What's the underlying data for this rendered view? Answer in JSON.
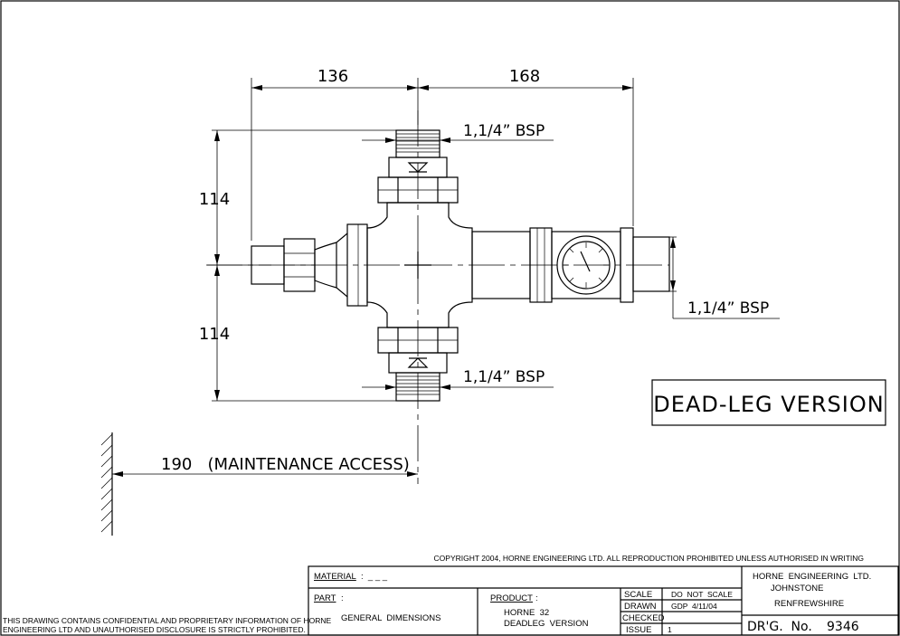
{
  "dimensions": {
    "top_left": "136",
    "top_right": "168",
    "left_upper": "114",
    "left_lower": "114",
    "bottom": "190   (MAINTENANCE ACCESS)"
  },
  "callouts": {
    "thread_top": "1,1/4” BSP",
    "thread_right": "1,1/4” BSP",
    "thread_bottom": "1,1/4” BSP"
  },
  "version_box": "DEAD-LEG VERSION",
  "copyright": "COPYRIGHT 2004, HORNE ENGINEERING LTD. ALL REPRODUCTION PROHIBITED UNLESS AUTHORISED IN WRITING",
  "confidential": {
    "line1": "THIS DRAWING CONTAINS CONFIDENTIAL AND PROPRIETARY INFORMATION OF HORNE",
    "line2": "ENGINEERING LTD AND UNAUTHORISED DISCLOSURE IS STRICTLY PROHIBITED."
  },
  "title_block": {
    "material_label": "MATERIAL",
    "material_value": ":  _ _ _",
    "part_label": "PART",
    "part_colon": ":",
    "part_value": "GENERAL  DIMENSIONS",
    "product_label": "PRODUCT",
    "product_colon": ":",
    "product_line1": "HORNE  32",
    "product_line2": "DEADLEG  VERSION",
    "scale_label": "SCALE",
    "scale_value": "DO  NOT  SCALE",
    "drawn_label": "DRAWN",
    "drawn_value": "GDP  4/11/04",
    "checked_label": "CHECKED",
    "checked_value": "",
    "issue_label": "ISSUE",
    "issue_value": "1",
    "company_line1": "HORNE  ENGINEERING  LTD.",
    "company_line2": "JOHNSTONE",
    "company_line3": "RENFREWSHIRE",
    "drg_label": "DR'G.  No.",
    "drg_value": "9346"
  }
}
